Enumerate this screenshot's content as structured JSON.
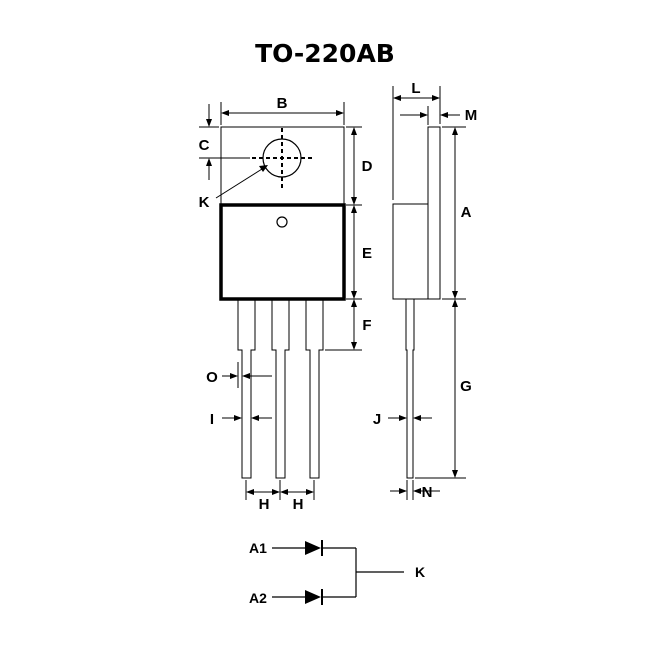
{
  "diagram": {
    "title": "TO-220AB",
    "dimension_labels": {
      "A": "A",
      "B": "B",
      "C": "C",
      "D": "D",
      "E": "E",
      "F": "F",
      "G": "G",
      "H1": "H",
      "H2": "H",
      "I": "I",
      "J": "J",
      "K": "K",
      "L": "L",
      "M": "M",
      "N": "N",
      "O": "O"
    },
    "schematic": {
      "anode1": "A1",
      "anode2": "A2",
      "cathode": "K"
    }
  }
}
